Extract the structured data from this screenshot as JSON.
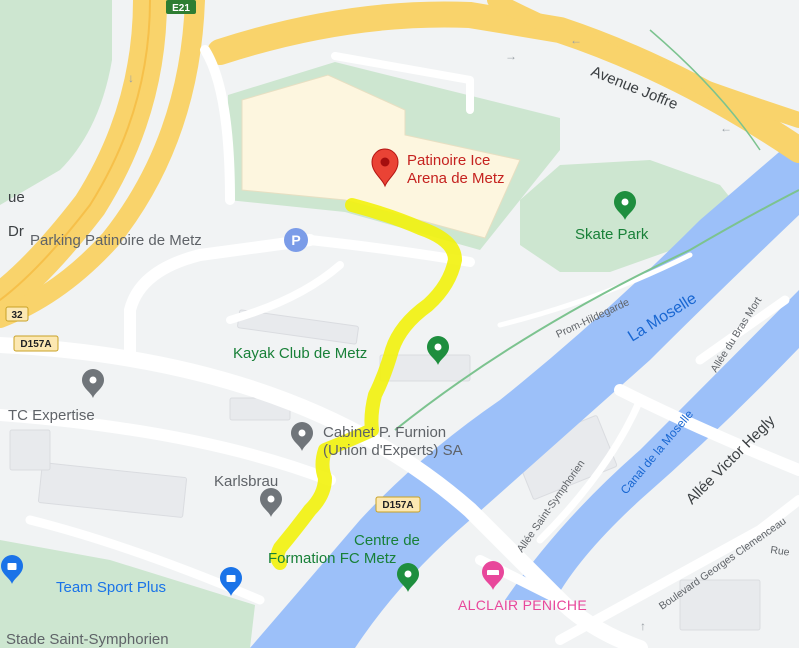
{
  "colors": {
    "background": "#f1f3f4",
    "water": "#9cc0f9",
    "park": "#cde6d0",
    "highway": "#f9d36b",
    "road": "#ffffff",
    "route_highlight": "#f2f20c",
    "arena_roof": "#fdf6df",
    "marker_red": "#ea4335",
    "marker_green": "#1e8e3e",
    "marker_grey": "#70757a",
    "marker_blue": "#1a73e8",
    "marker_pink": "#e8479b",
    "parking": "#7b9ce8"
  },
  "roads": {
    "avenue_joffre": "Avenue Joffre",
    "prom_hildegarde": "Prom-Hildegarde",
    "allee_bras_mort": "Allée du Bras Mort",
    "allee_victor_hegly": "Allée Victor Hegly",
    "allee_saint_symphorien": "Allée Saint-Symphorien",
    "boulevard": "Boulevard Georges Clemenceau",
    "rue": "Rue",
    "ue_fragment": "ue",
    "or_fragment": "Dr"
  },
  "water": {
    "la_moselle": "La Moselle",
    "canal": "Canal de la Moselle"
  },
  "shields": {
    "e21": "E21",
    "d157a_left": "D157A",
    "d157a_right": "D157A",
    "n32": "32"
  },
  "pois": {
    "arena_line1": "Patinoire Ice",
    "arena_line2": "Arena de Metz",
    "skate_park": "Skate Park",
    "parking": "Parking Patinoire de Metz",
    "kayak": "Kayak Club de Metz",
    "tc_expertise": "TC Expertise",
    "cabinet_line1": "Cabinet P. Furnion",
    "cabinet_line2": "(Union d'Experts) SA",
    "karlsbrau": "Karlsbrau",
    "centre_line1": "Centre de",
    "centre_line2": "Formation FC Metz",
    "team_sport": "Team Sport Plus",
    "alclair": "ALCLAIR PENICHE",
    "stade": "Stade Saint-Symphorien"
  },
  "icons": {
    "parking": "parking-icon",
    "pin": "map-pin-icon",
    "shop": "shopping-bag-icon",
    "hotel": "bed-icon"
  }
}
